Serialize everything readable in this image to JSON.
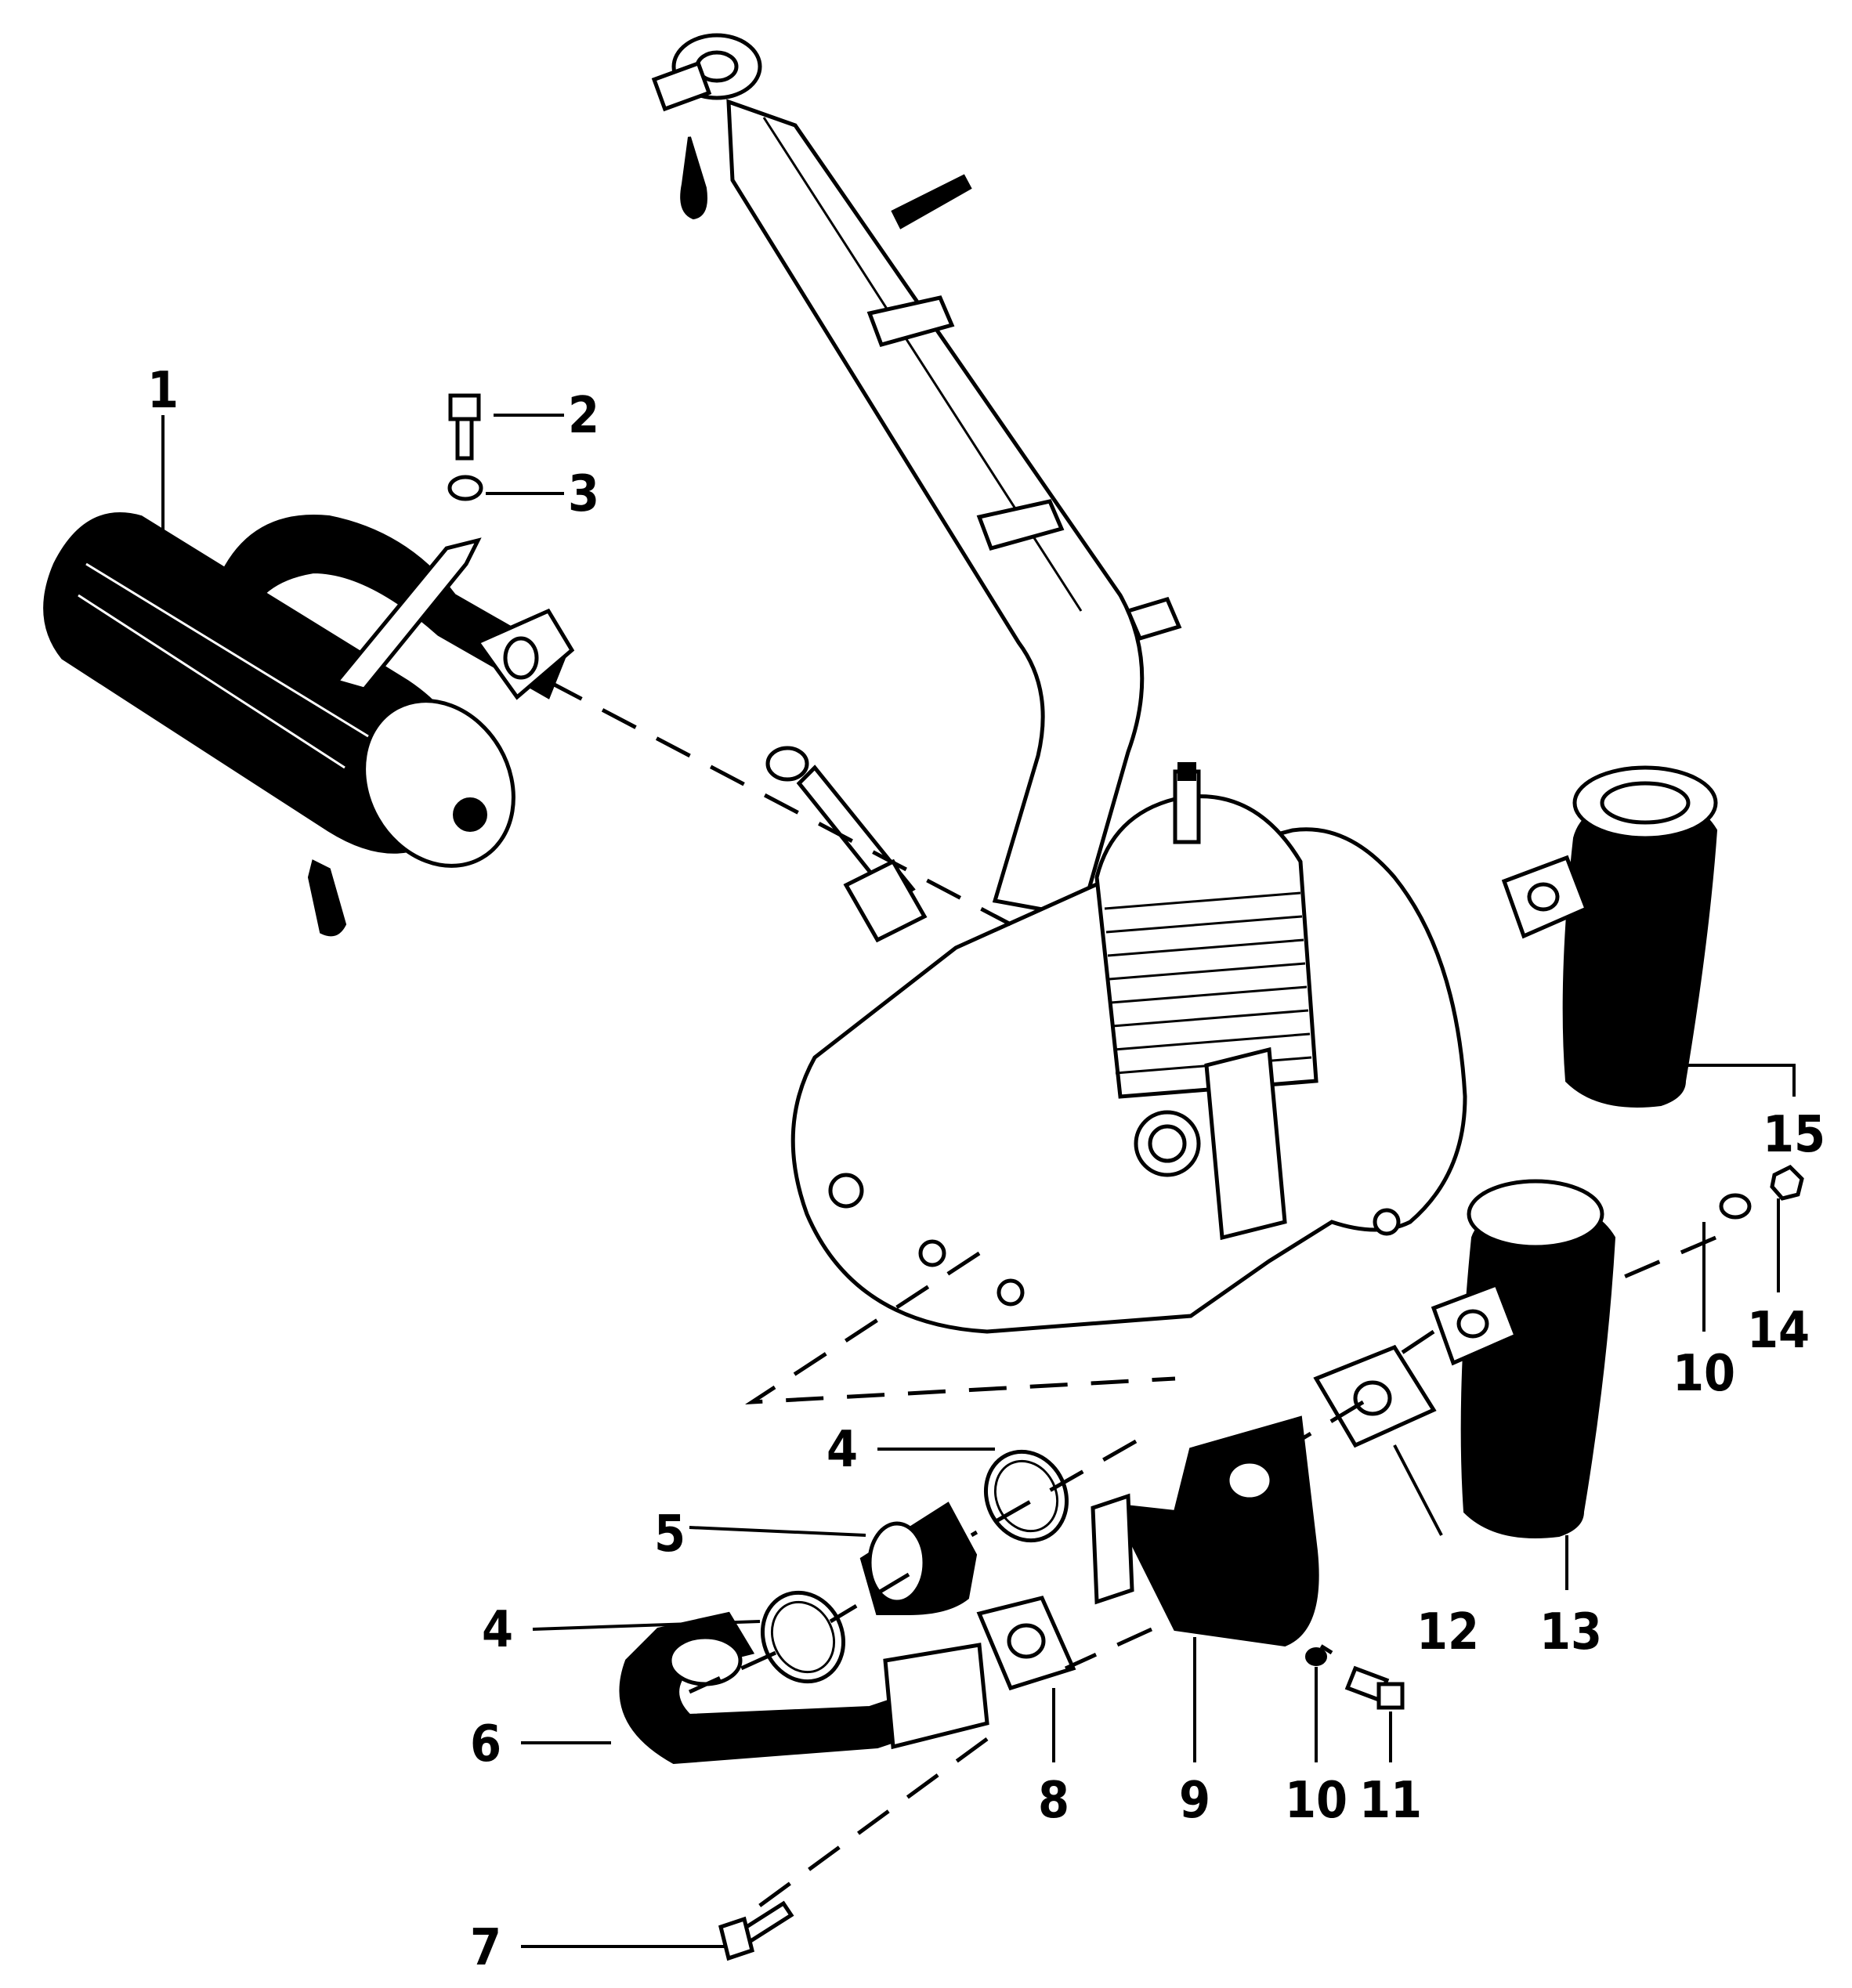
{
  "callouts": [
    {
      "id": "c1",
      "label": "1"
    },
    {
      "id": "c2",
      "label": "2"
    },
    {
      "id": "c3",
      "label": "3"
    },
    {
      "id": "c4a",
      "label": "4"
    },
    {
      "id": "c5",
      "label": "5"
    },
    {
      "id": "c4b",
      "label": "4"
    },
    {
      "id": "c6",
      "label": "6"
    },
    {
      "id": "c7",
      "label": "7"
    },
    {
      "id": "c8",
      "label": "8"
    },
    {
      "id": "c9",
      "label": "9"
    },
    {
      "id": "c10a",
      "label": "10"
    },
    {
      "id": "c11",
      "label": "11"
    },
    {
      "id": "c12",
      "label": "12"
    },
    {
      "id": "c13",
      "label": "13"
    },
    {
      "id": "c10b",
      "label": "10"
    },
    {
      "id": "c14",
      "label": "14"
    },
    {
      "id": "c15",
      "label": "15"
    }
  ],
  "colors": {
    "ink": "#000000",
    "paper": "#ffffff"
  }
}
